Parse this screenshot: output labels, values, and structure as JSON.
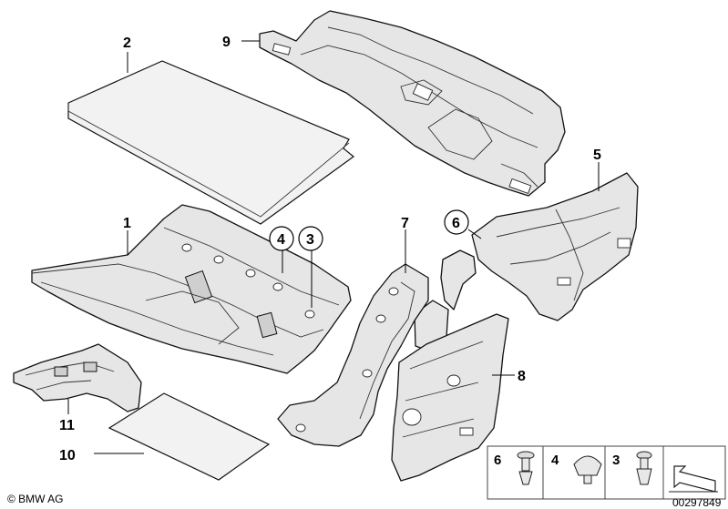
{
  "callouts": {
    "c1": "1",
    "c2": "2",
    "c3": "3",
    "c4": "4",
    "c5": "5",
    "c6": "6",
    "c7": "7",
    "c8": "8",
    "c9": "9",
    "c10": "10",
    "c11": "11"
  },
  "legend": {
    "item6": "6",
    "item4": "4",
    "item3": "3"
  },
  "footer": {
    "copyright": "© BMW AG",
    "diagram_number": "00297849"
  }
}
